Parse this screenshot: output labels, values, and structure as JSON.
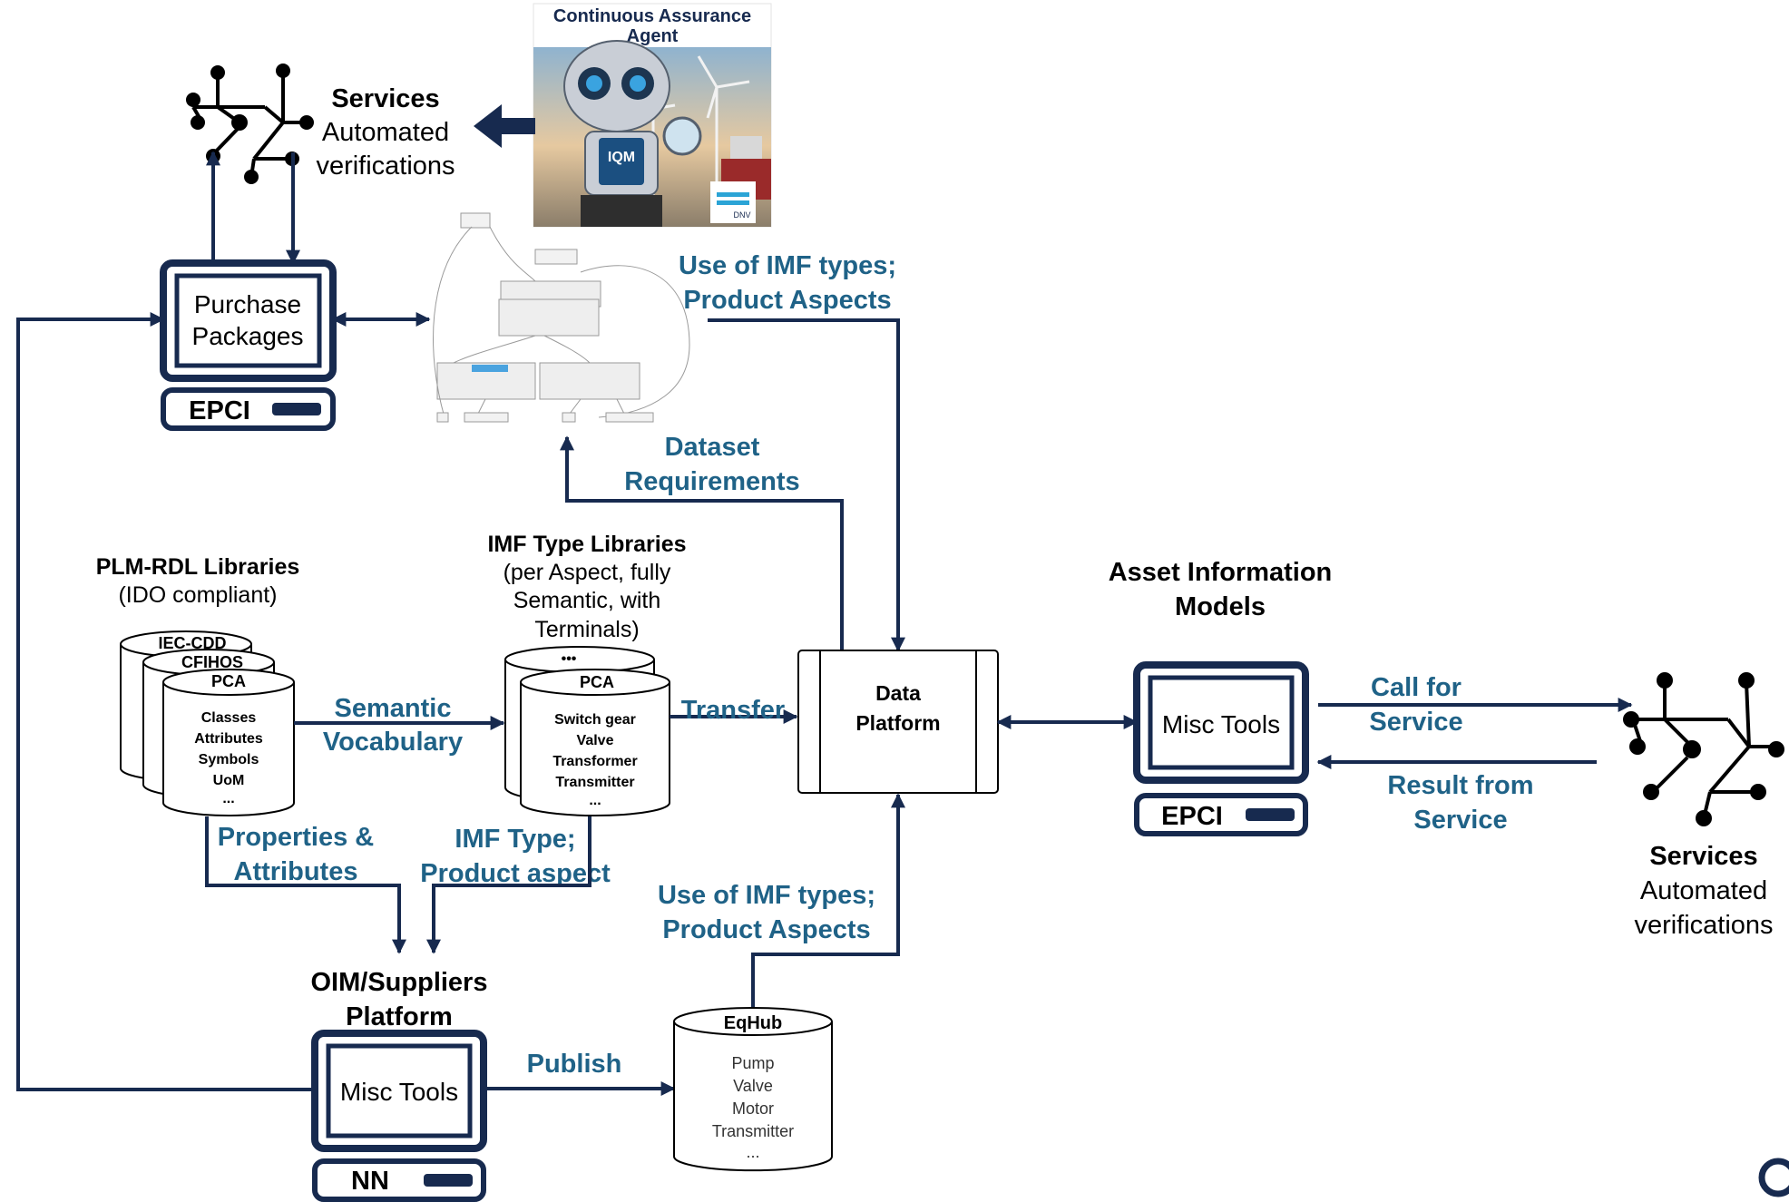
{
  "agent": {
    "title_line1": "Continuous Assurance",
    "title_line2": "Agent",
    "badge_line1": "IQM",
    "logo_text": "DNV"
  },
  "services_top": {
    "title": "Services",
    "line1": "Automated",
    "line2": "verifications"
  },
  "services_right": {
    "title": "Services",
    "line1": "Automated",
    "line2": "verifications"
  },
  "purchase": {
    "line1": "Purchase",
    "line2": "Packages",
    "badge": "EPCI"
  },
  "asset_models": {
    "title_line1": "Asset Information",
    "title_line2": "Models",
    "screen": "Misc Tools",
    "badge": "EPCI"
  },
  "oim": {
    "title_line1": "OIM/Suppliers",
    "title_line2": "Platform",
    "screen": "Misc Tools",
    "badge": "NN"
  },
  "data_platform": {
    "line1": "Data",
    "line2": "Platform"
  },
  "plm": {
    "title": "PLM-RDL Libraries",
    "subtitle": "(IDO compliant)",
    "stack": [
      "IEC-CDD",
      "CFIHOS",
      "PCA"
    ],
    "items": [
      "Classes",
      "Attributes",
      "Symbols",
      "UoM",
      "..."
    ]
  },
  "imf": {
    "title": "IMF Type Libraries",
    "sub1": "(per Aspect, fully",
    "sub2": "Semantic, with",
    "sub3": "Terminals)",
    "stack_back": "•••",
    "stack_front": "PCA",
    "items": [
      "Switch gear",
      "Valve",
      "Transformer",
      "Transmitter",
      "..."
    ]
  },
  "eqhub": {
    "title": "EqHub",
    "items": [
      "Pump",
      "Valve",
      "Motor",
      "Transmitter",
      "..."
    ]
  },
  "labels": {
    "use_imf_top_1": "Use of IMF types;",
    "use_imf_top_2": "Product Aspects",
    "dataset_1": "Dataset",
    "dataset_2": "Requirements",
    "semantic_1": "Semantic",
    "semantic_2": "Vocabulary",
    "transfer": "Transfer",
    "properties_1": "Properties &",
    "properties_2": "Attributes",
    "imf_type_1": "IMF Type;",
    "imf_type_2": "Product aspect",
    "use_imf_bottom_1": "Use of IMF types;",
    "use_imf_bottom_2": "Product Aspects",
    "publish": "Publish",
    "call_1": "Call for",
    "call_2": "Service",
    "result_1": "Result from",
    "result_2": "Service"
  },
  "colors": {
    "navy": "#172a4f",
    "label_blue": "#1f6287",
    "text": "#000000"
  }
}
